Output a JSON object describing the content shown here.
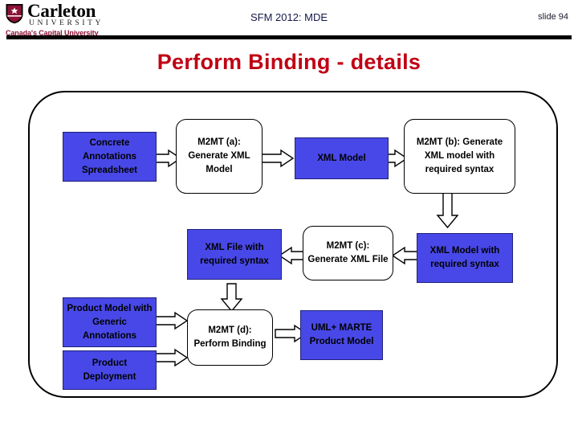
{
  "header": {
    "logo": {
      "wordmark": "Carleton",
      "subword": "UNIVERSITY",
      "tagline": "Canada's Capital University",
      "crest_name": "carleton-crest-icon"
    },
    "title": "SFM 2012: MDE",
    "slide_number": "slide 94"
  },
  "title": "Perform Binding - details",
  "colors": {
    "title_red": "#c00014",
    "artifact_blue": "#4848e8",
    "artifact_border": "#20207a",
    "header_navy": "#15184a",
    "tagline_maroon": "#8c1236",
    "rule_black": "#000000"
  },
  "diagram": {
    "type": "flow",
    "nodes": [
      {
        "id": "concrete-annotations-spreadsheet",
        "kind": "artifact",
        "label": "Concrete Annotations Spreadsheet"
      },
      {
        "id": "m2mt-a",
        "kind": "transform",
        "label": "M2MT (a): Generate XML Model"
      },
      {
        "id": "xml-model",
        "kind": "artifact",
        "label": "XML Model"
      },
      {
        "id": "m2mt-b",
        "kind": "transform",
        "label": "M2MT (b): Generate XML model  with required syntax"
      },
      {
        "id": "xml-model-with-required-syntax",
        "kind": "artifact",
        "label": "XML Model with required syntax"
      },
      {
        "id": "m2mt-c",
        "kind": "transform",
        "label": "M2MT (c): Generate XML File"
      },
      {
        "id": "xml-file-with-required-syntax",
        "kind": "artifact",
        "label": "XML File with required syntax"
      },
      {
        "id": "product-model-generic-annotations",
        "kind": "artifact",
        "label": "Product Model with  Generic Annotations"
      },
      {
        "id": "product-deployment",
        "kind": "artifact",
        "label": "Product Deployment"
      },
      {
        "id": "m2mt-d",
        "kind": "transform",
        "label": "M2MT (d): Perform Binding"
      },
      {
        "id": "uml-marte-product-model",
        "kind": "artifact",
        "label": "UML+ MARTE Product Model"
      }
    ],
    "edges": [
      {
        "from": "concrete-annotations-spreadsheet",
        "to": "m2mt-a",
        "direction": "right"
      },
      {
        "from": "m2mt-a",
        "to": "xml-model",
        "direction": "right"
      },
      {
        "from": "xml-model",
        "to": "m2mt-b",
        "direction": "right"
      },
      {
        "from": "m2mt-b",
        "to": "xml-model-with-required-syntax",
        "direction": "down"
      },
      {
        "from": "xml-model-with-required-syntax",
        "to": "m2mt-c",
        "direction": "left"
      },
      {
        "from": "m2mt-c",
        "to": "xml-file-with-required-syntax",
        "direction": "left"
      },
      {
        "from": "xml-file-with-required-syntax",
        "to": "m2mt-d",
        "direction": "down"
      },
      {
        "from": "product-model-generic-annotations",
        "to": "m2mt-d",
        "direction": "right"
      },
      {
        "from": "product-deployment",
        "to": "m2mt-d",
        "direction": "right"
      },
      {
        "from": "m2mt-d",
        "to": "uml-marte-product-model",
        "direction": "right"
      }
    ]
  }
}
